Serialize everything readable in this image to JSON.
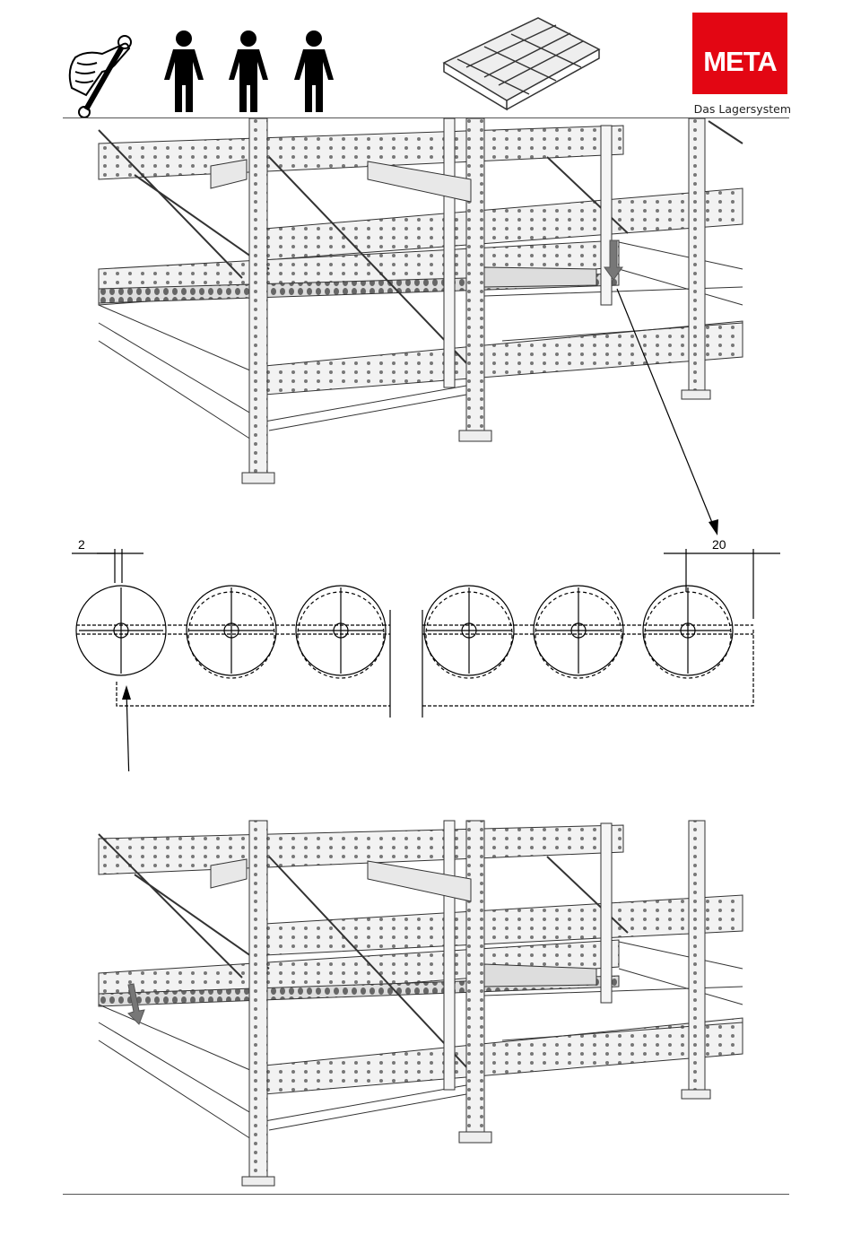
{
  "brand": {
    "logo_text": "META",
    "tagline": "Das Lagersystem",
    "color": "#e30613"
  },
  "pictograms": {
    "tool": "wrench-hand-icon",
    "persons": 3,
    "product": "roller-shelf-icon"
  },
  "dimensions": {
    "left": "2",
    "right": "20"
  }
}
